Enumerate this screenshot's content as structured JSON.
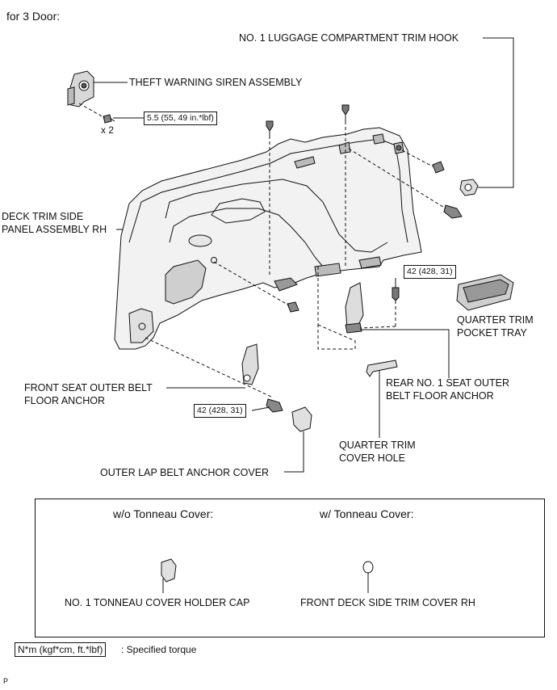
{
  "heading": "for 3 Door:",
  "labels": {
    "luggage_hook": "NO. 1 LUGGAGE COMPARTMENT TRIM HOOK",
    "siren": "THEFT WARNING SIREN ASSEMBLY",
    "deck_trim_line1": "DECK TRIM SIDE",
    "deck_trim_line2": "PANEL ASSEMBLY RH",
    "pocket_line1": "QUARTER TRIM",
    "pocket_line2": "POCKET TRAY",
    "rear_anchor_line1": "REAR NO. 1 SEAT OUTER",
    "rear_anchor_line2": "BELT FLOOR ANCHOR",
    "front_anchor_line1": "FRONT SEAT OUTER BELT",
    "front_anchor_line2": "FLOOR ANCHOR",
    "cover_hole_line1": "QUARTER TRIM",
    "cover_hole_line2": "COVER HOLE",
    "lap_cover": "OUTER LAP BELT ANCHOR COVER",
    "qty": "x 2"
  },
  "torque": {
    "siren_bolt": "5.5 (55, 49 in.*lbf)",
    "rear_anchor_bolt": "42 (428, 31)",
    "front_anchor_bolt": "42 (428, 31)"
  },
  "inset": {
    "left_title": "w/o Tonneau Cover:",
    "right_title": "w/ Tonneau Cover:",
    "left_part": "NO. 1 TONNEAU COVER HOLDER CAP",
    "right_part": "FRONT DECK SIDE TRIM COVER RH"
  },
  "legend": {
    "unit": "N*m (kgf*cm, ft.*lbf)",
    "description": ": Specified torque"
  },
  "corner_mark": "P"
}
